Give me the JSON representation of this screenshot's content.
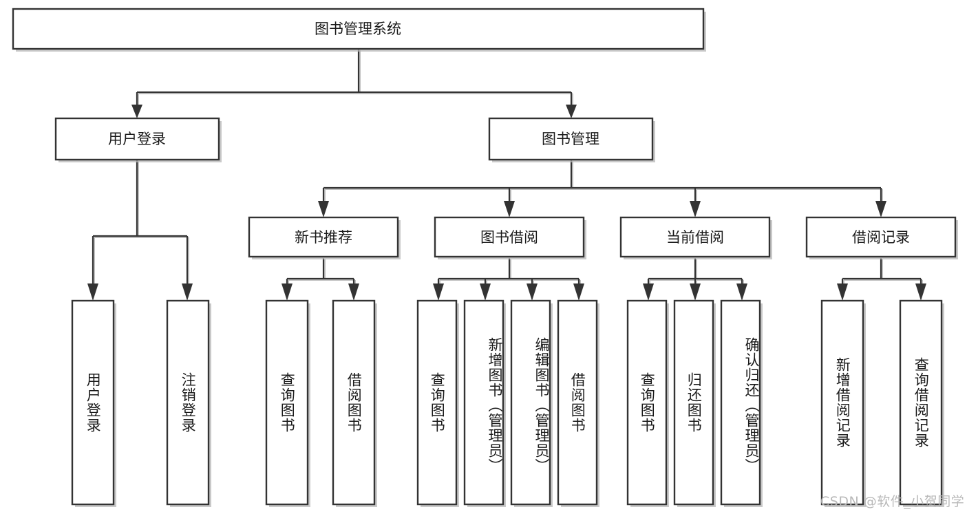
{
  "diagram": {
    "type": "tree-hierarchy",
    "title": "图书管理系统",
    "orientation": "top-down",
    "colors": {
      "background": "#ffffff",
      "box_fill": "#ffffff",
      "box_stroke": "#333333",
      "connector": "#333333",
      "shadow": "#b7b7b7",
      "text": "#1a1a1a",
      "watermark": "#b9b9b9"
    },
    "root": {
      "label": "图书管理系统"
    },
    "level2": [
      {
        "label": "用户登录"
      },
      {
        "label": "图书管理"
      }
    ],
    "level3": [
      {
        "label": "新书推荐"
      },
      {
        "label": "图书借阅"
      },
      {
        "label": "当前借阅"
      },
      {
        "label": "借阅记录"
      }
    ],
    "leaves": {
      "user_login": [
        {
          "label": "用户登录"
        },
        {
          "label": "注销登录"
        }
      ],
      "new_book_recommend": [
        {
          "label": "查询图书"
        },
        {
          "label": "借阅图书"
        }
      ],
      "book_borrow": [
        {
          "label": "查询图书"
        },
        {
          "label": "新增图书（管理员）"
        },
        {
          "label": "编辑图书（管理员）"
        },
        {
          "label": "借阅图书"
        }
      ],
      "current_borrow": [
        {
          "label": "查询图书"
        },
        {
          "label": "归还图书"
        },
        {
          "label": "确认归还（管理员）"
        }
      ],
      "borrow_record": [
        {
          "label": "新增借阅记录"
        },
        {
          "label": "查询借阅记录"
        }
      ]
    }
  },
  "watermark": {
    "text": "CSDN @软件_小贺同学"
  }
}
